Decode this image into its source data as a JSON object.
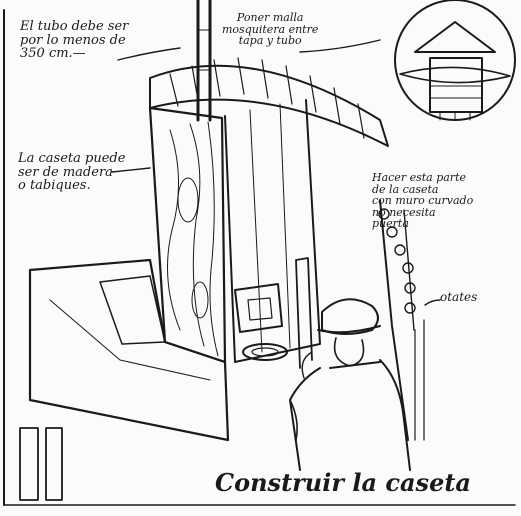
{
  "notes": {
    "tube": {
      "line1": "El tubo debe ser",
      "line2": "por lo menos de",
      "line3": "350 cm.—"
    },
    "mesh": {
      "line1": "Poner malla",
      "line2": "mosquitera entre",
      "line3": "tapa y tubo"
    },
    "wood": {
      "line1": "La caseta puede",
      "line2": "ser de madera",
      "line3": "o tabiques."
    },
    "wall": {
      "line1": "Hacer esta parte",
      "line2": "de la caseta",
      "line3": "con muro curvado",
      "line4": "no necesita",
      "line5": "puerta"
    },
    "stones": "otates"
  },
  "caption": "Construir la caseta",
  "colors": {
    "ink": "#1a1a1a",
    "paper": "#fbfbf9"
  }
}
